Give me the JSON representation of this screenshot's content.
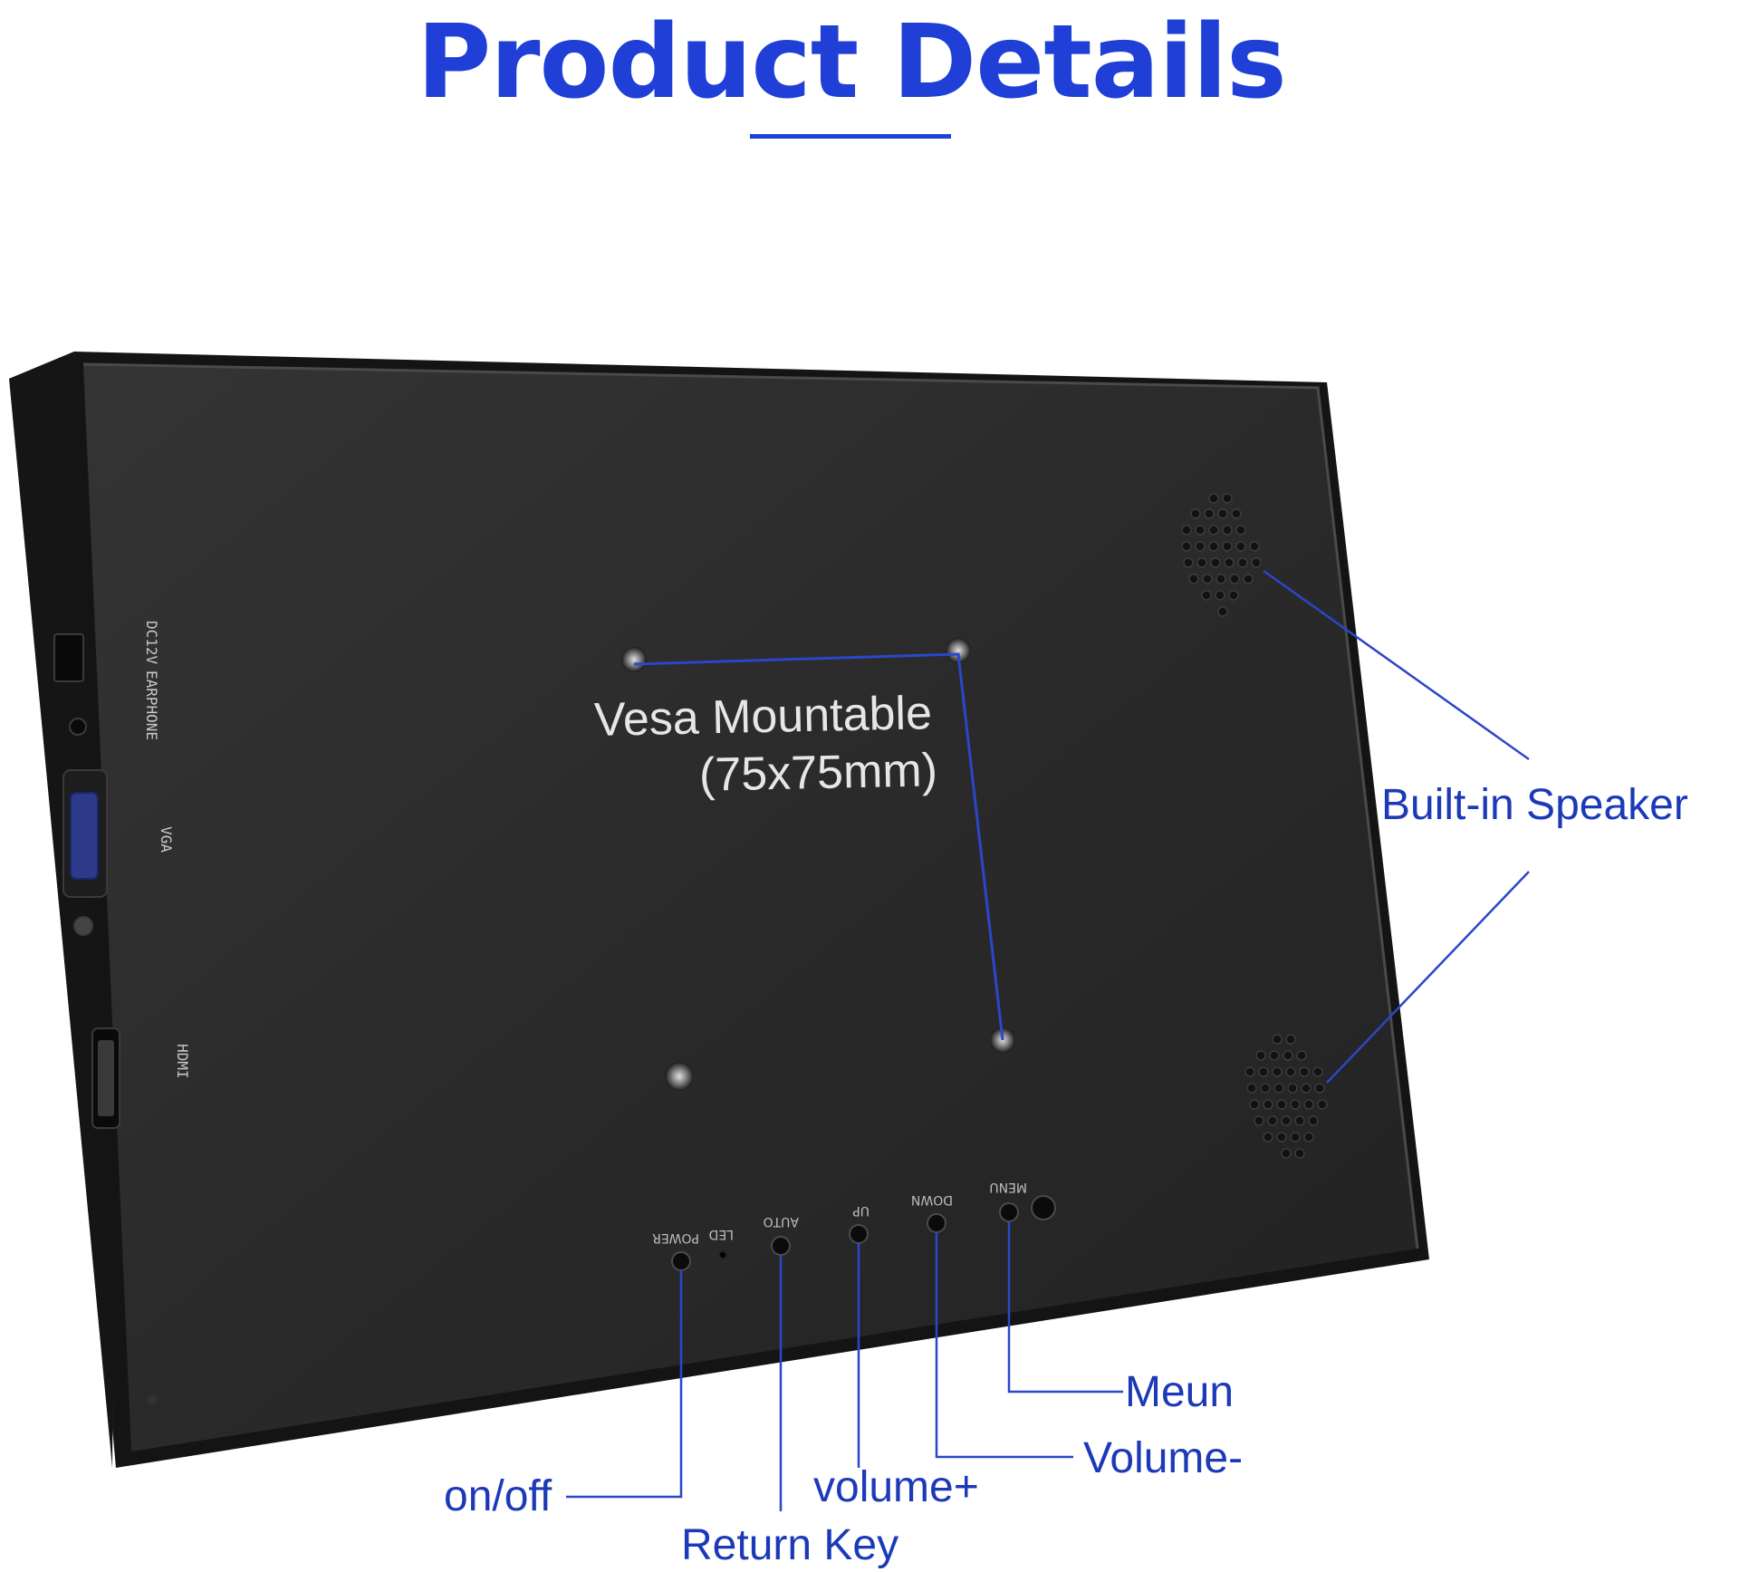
{
  "header": {
    "title": "Product Details"
  },
  "monitor": {
    "vesa_label": "Vesa Mountable",
    "vesa_size": "(75x75mm)",
    "side_ports": [
      "DC12V",
      "EARPHONE",
      "VGA",
      "HDMI"
    ],
    "button_markings": [
      "POWER",
      "LED",
      "AUTO",
      "UP",
      "DOWN",
      "MENU"
    ]
  },
  "callouts": {
    "speaker": "Built-in Speaker",
    "menu": "Meun",
    "volume_down": "Volume-",
    "volume_up": "volume+",
    "power": "on/off",
    "return": "Return Key"
  },
  "colors": {
    "accent": "#1f3fd6",
    "callout_text": "#1c3ab8",
    "leader_line": "#2a47c9",
    "panel": "#2b2b2b"
  }
}
